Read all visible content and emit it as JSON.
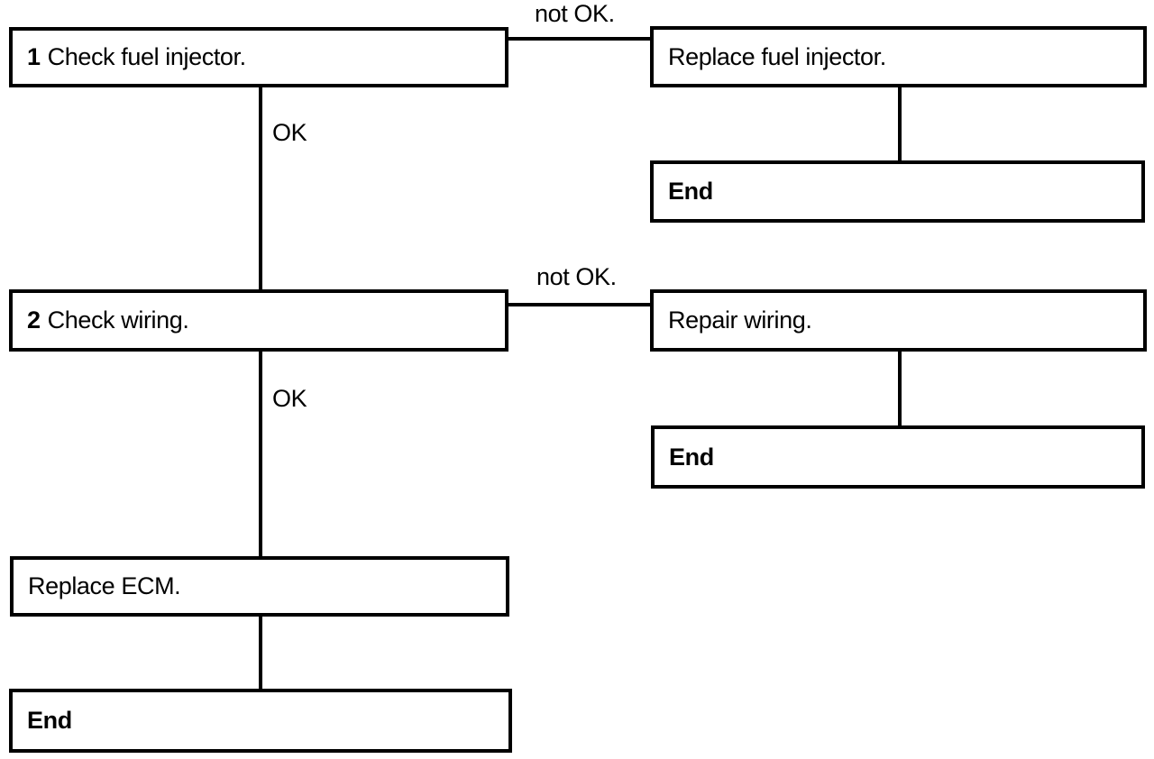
{
  "flowchart": {
    "colors": {
      "background": "#ffffff",
      "line": "#000000",
      "box_fill": "#ffffff",
      "text": "#000000"
    },
    "edge_labels": {
      "ok": "OK",
      "not_ok": "not OK."
    },
    "nodes": {
      "step1": {
        "number": "1",
        "label": "Check fuel injector."
      },
      "replace_fuel_injector": {
        "label": "Replace fuel injector."
      },
      "end_after_replace_fuel_injector": {
        "label": "End"
      },
      "step2": {
        "number": "2",
        "label": "Check wiring."
      },
      "repair_wiring": {
        "label": "Repair wiring."
      },
      "end_after_repair_wiring": {
        "label": "End"
      },
      "replace_ecm": {
        "label": "Replace ECM."
      },
      "end_after_replace_ecm": {
        "label": "End"
      }
    }
  }
}
